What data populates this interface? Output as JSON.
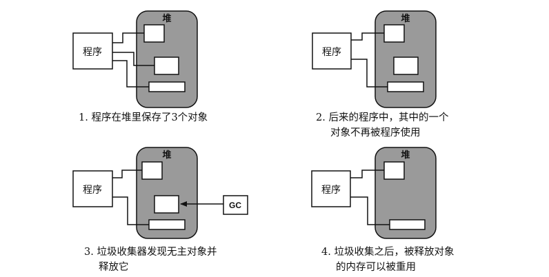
{
  "heap_label": "堆",
  "program_label": "程序",
  "gc_label": "GC",
  "colors": {
    "heap_fill": "#9a9a9a",
    "stroke": "#111111",
    "object_fill": "#ffffff"
  },
  "panels": [
    {
      "caption_number": "1.",
      "caption_lines": [
        "程序在堆里保存了3个对象"
      ]
    },
    {
      "caption_number": "2.",
      "caption_lines": [
        "后来的程序中，其中的一个",
        "对象不再被程序使用"
      ]
    },
    {
      "caption_number": "3.",
      "caption_lines": [
        "垃圾收集器发现无主对象并",
        "释放它"
      ]
    },
    {
      "caption_number": "4.",
      "caption_lines": [
        "垃圾收集之后，被释放对象",
        "的内存可以被重用"
      ]
    }
  ]
}
